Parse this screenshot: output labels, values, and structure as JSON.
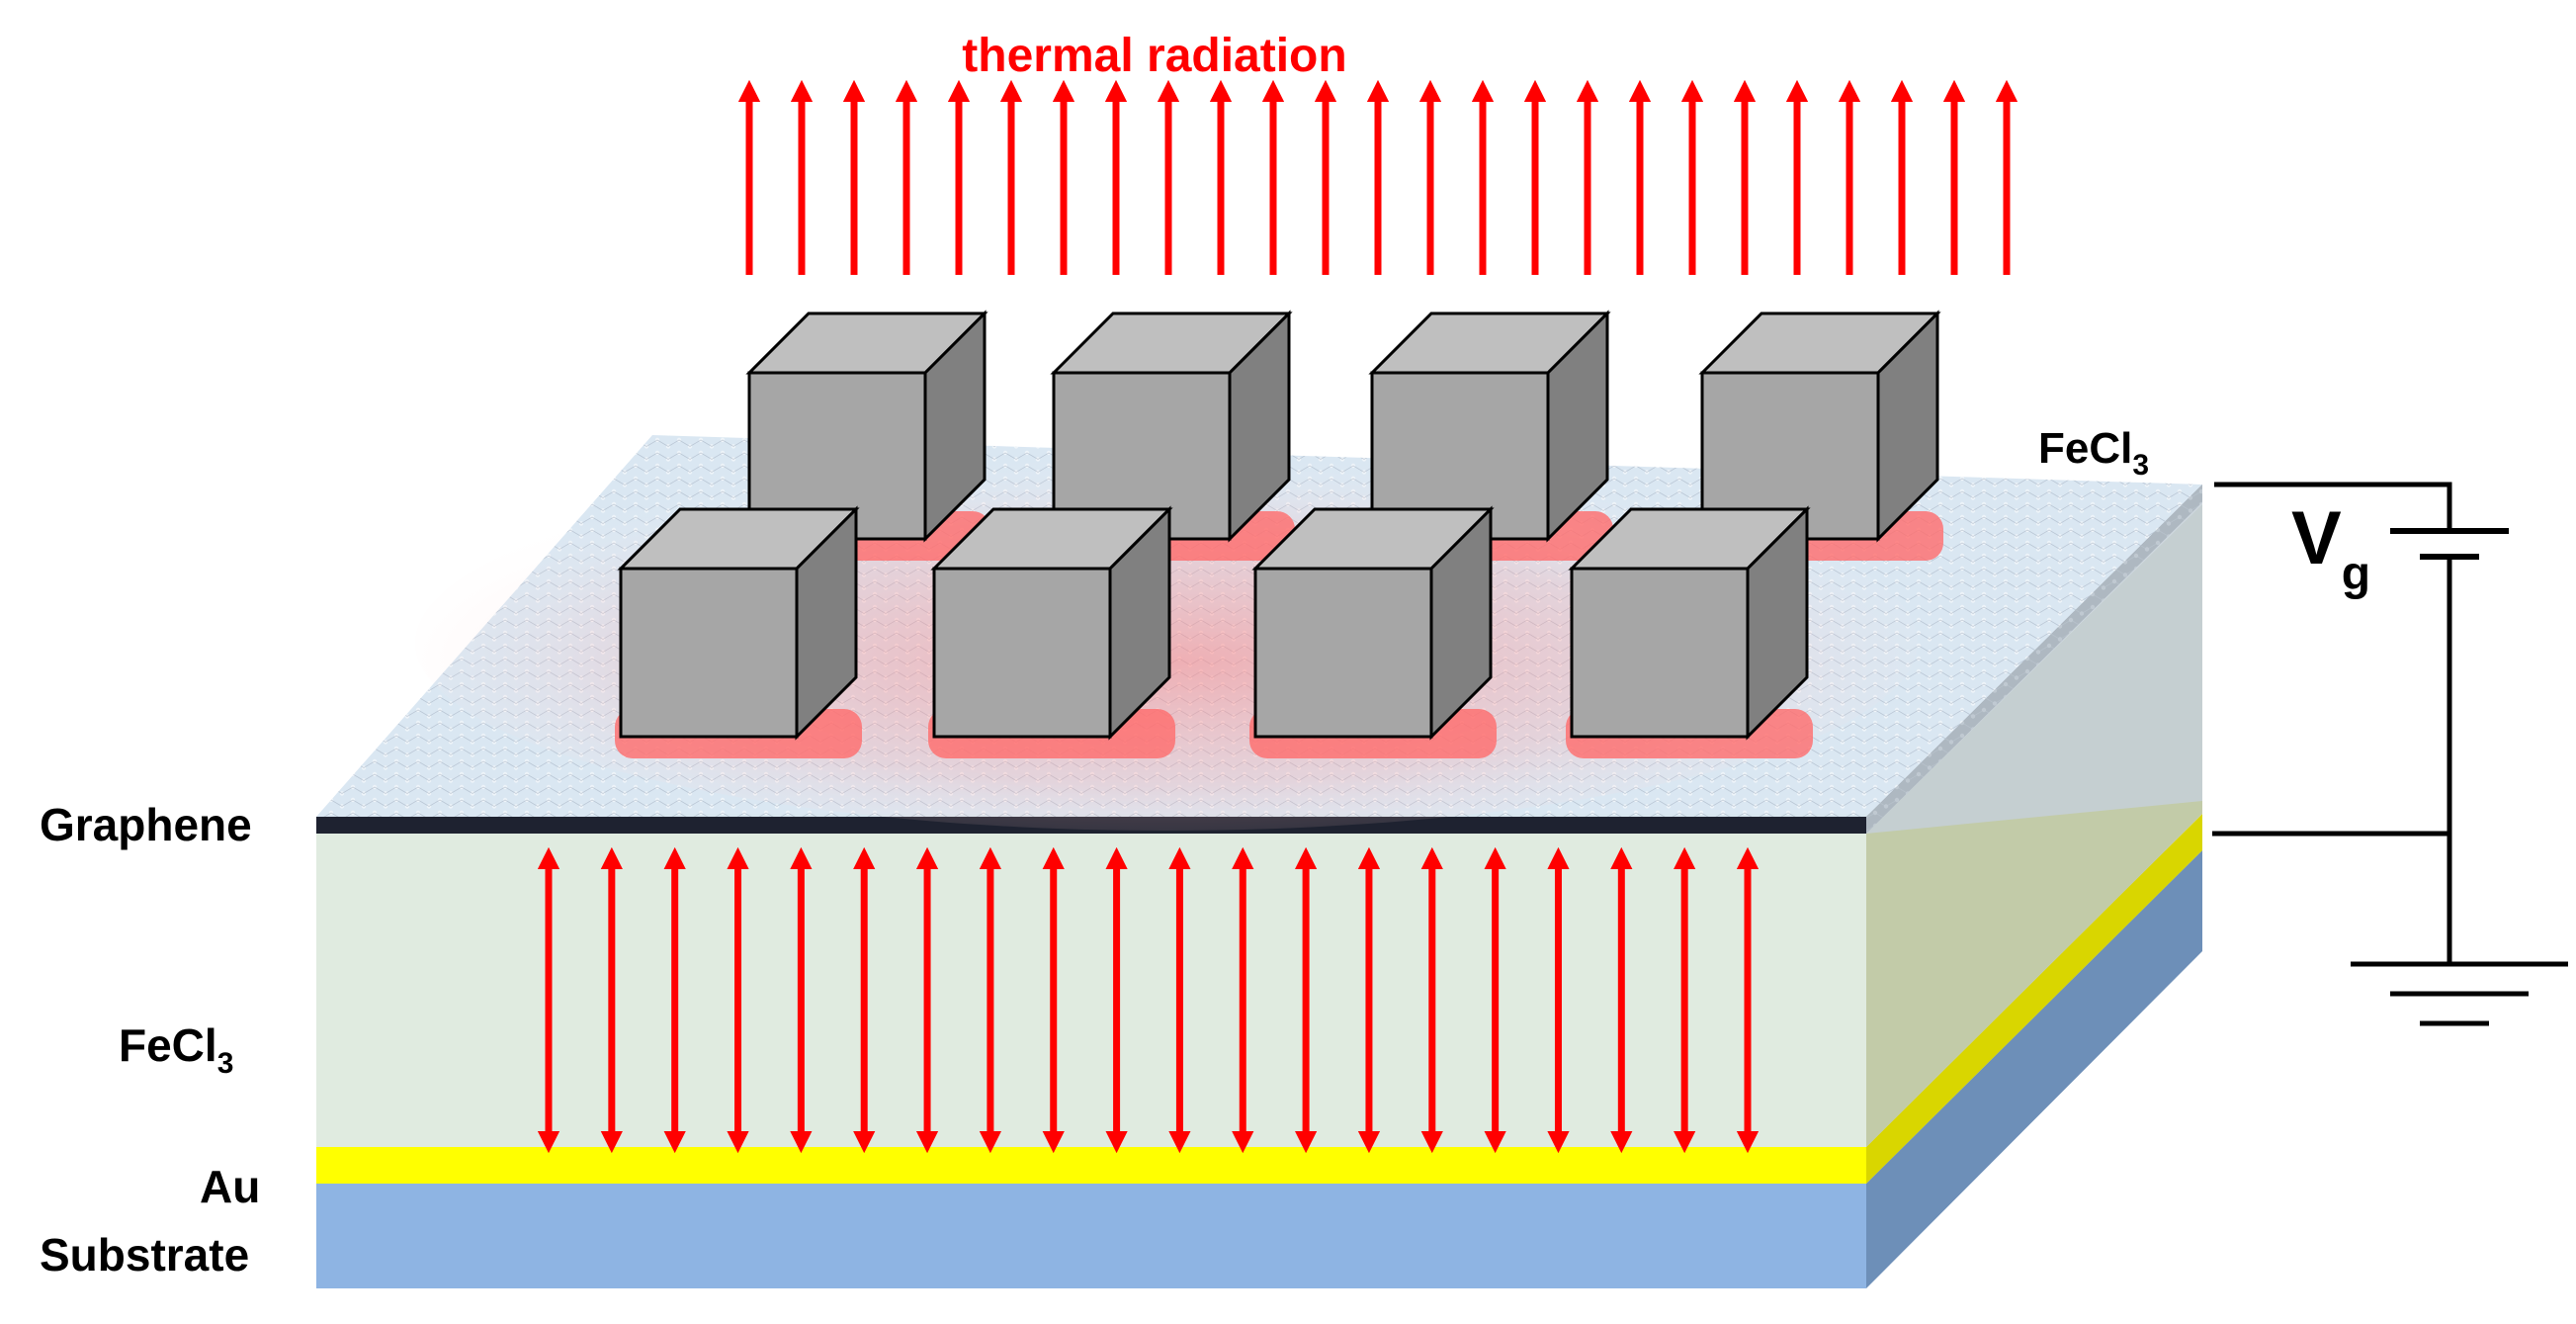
{
  "labels": {
    "thermal_radiation": "thermal radiation",
    "fecl3_top": {
      "main": "FeCl",
      "sub": "3"
    },
    "graphene": "Graphene",
    "fecl3_side": {
      "main": "FeCl",
      "sub": "3"
    },
    "au": "Au",
    "substrate": "Substrate",
    "gate_voltage": {
      "main": "V",
      "sub": "g"
    }
  },
  "colors": {
    "arrow_red": "#ff0000",
    "cube_front": "#a6a6a6",
    "cube_top": "#bfbfbf",
    "cube_side": "#808080",
    "hot_spot": "#ff6b6b",
    "fecl3_layer": "#e6f0d8",
    "gold": "#ffff00",
    "substrate_blue": "#8eb4e3",
    "graphene_dark": "#1e2230"
  },
  "diagram": {
    "thermal_radiation_arrows": 25,
    "cavity_arrows": 20,
    "cube_rows": 2,
    "cubes_per_row": 4
  }
}
